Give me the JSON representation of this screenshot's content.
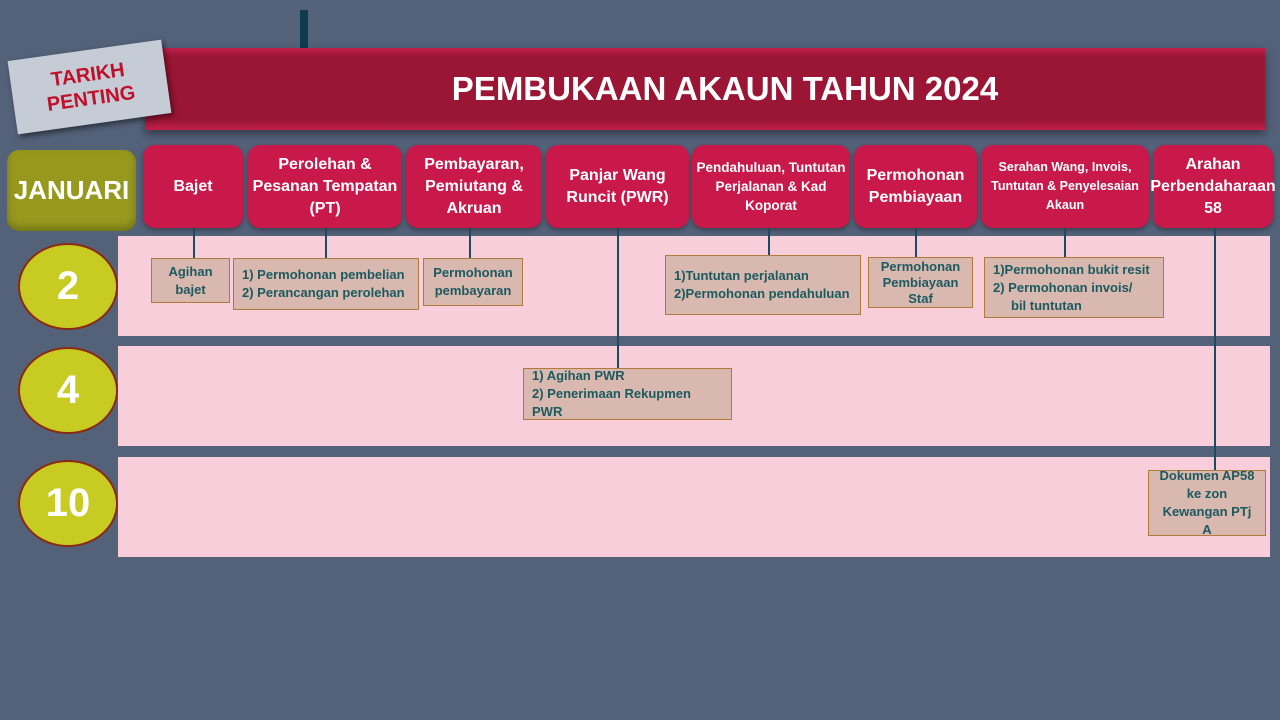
{
  "title": "PEMBUKAAN AKAUN TAHUN 2024",
  "tag": [
    "TARIKH",
    "PENTING"
  ],
  "month": "JANUARI",
  "categories": [
    "Bajet",
    "Perolehan & Pesanan Tempatan (PT)",
    "Pembayaran, Pemiutang & Akruan",
    "Panjar Wang Runcit (PWR)",
    "Pendahuluan, Tuntutan Perjalanan & Kad Koporat",
    "Permohonan Pembiayaan",
    "Serahan Wang, Invois, Tuntutan & Penyelesaian Akaun",
    "Arahan Perbendaharaan 58"
  ],
  "dates": [
    "2",
    "4",
    "10"
  ],
  "notes": {
    "bajet": [
      "Agihan",
      "bajet"
    ],
    "pt": [
      "1) Permohonan pembelian",
      "2) Perancangan perolehan"
    ],
    "pembayaran": [
      "Permohonan",
      "pembayaran"
    ],
    "pwr": [
      "1) Agihan PWR",
      "2) Penerimaan Rekupmen PWR"
    ],
    "pendahuluan": [
      "1)Tuntutan perjalanan",
      "2)Permohonan pendahuluan"
    ],
    "pembiayaan": [
      "Permohonan",
      "Pembiayaan",
      "Staf"
    ],
    "serahan": [
      "1)Permohonan bukit resit",
      "2) Permohonan invois/",
      "bil tuntutan"
    ],
    "ap58": [
      "Dokumen AP58",
      "ke zon",
      "Kewangan PTj A"
    ]
  }
}
